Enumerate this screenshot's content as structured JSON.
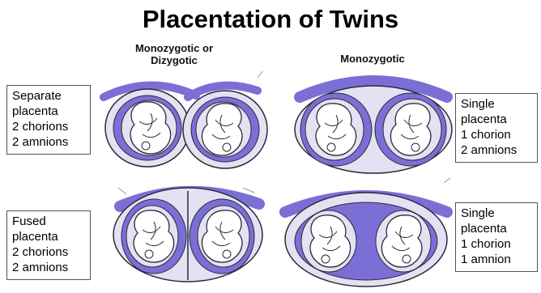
{
  "title": "Placentation of Twins",
  "column_headers": {
    "left": [
      "Monozygotic or",
      "Dizygotic"
    ],
    "right": [
      "Monozygotic"
    ]
  },
  "labels": {
    "separate": [
      "Separate",
      "placenta",
      "2 chorions",
      "2 amnions"
    ],
    "single_two_amnions": [
      "Single",
      "placenta",
      "1 chorion",
      "2 amnions"
    ],
    "fused": [
      "Fused",
      "placenta",
      "2 chorions",
      "2 amnions"
    ],
    "single_one_amnion": [
      "Single",
      "placenta",
      "1 chorion",
      "1 amnion"
    ]
  },
  "colors": {
    "placenta": "#7b6fd6",
    "chorion_fill": "#e3e1f2",
    "outline": "#2a2a3a"
  }
}
